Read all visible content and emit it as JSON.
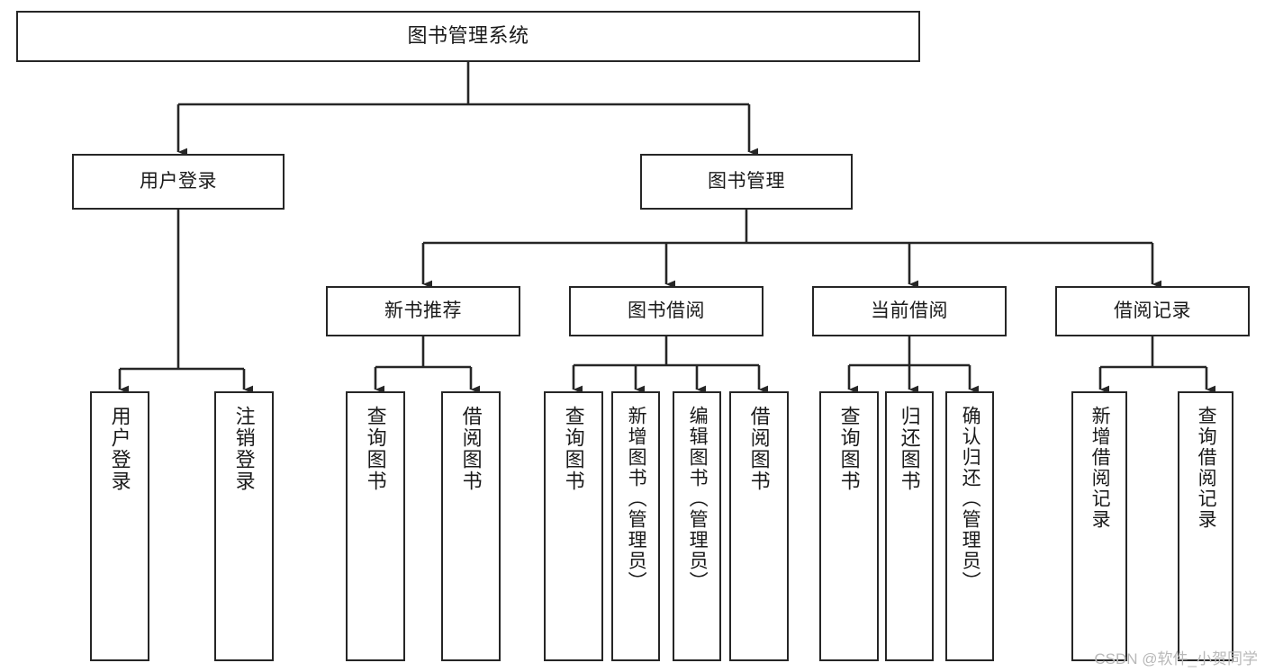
{
  "diagram": {
    "title": "图书管理系统",
    "type": "tree",
    "root": {
      "label": "图书管理系统"
    },
    "level2": [
      {
        "label": "用户登录"
      },
      {
        "label": "图书管理"
      }
    ],
    "level3": [
      {
        "label": "新书推荐"
      },
      {
        "label": "图书借阅"
      },
      {
        "label": "当前借阅"
      },
      {
        "label": "借阅记录"
      }
    ],
    "leaves": {
      "user_login": [
        {
          "label": "用户登录"
        },
        {
          "label": "注销登录"
        }
      ],
      "new_book_recommend": [
        {
          "label": "查询图书"
        },
        {
          "label": "借阅图书"
        }
      ],
      "book_borrow": [
        {
          "label": "查询图书"
        },
        {
          "label": "新增图书（管理员）"
        },
        {
          "label": "编辑图书（管理员）"
        },
        {
          "label": "借阅图书"
        }
      ],
      "current_borrow": [
        {
          "label": "查询图书"
        },
        {
          "label": "归还图书"
        },
        {
          "label": "确认归还（管理员）"
        }
      ],
      "borrow_record": [
        {
          "label": "新增借阅记录"
        },
        {
          "label": "查询借阅记录"
        }
      ]
    }
  },
  "watermark": {
    "text": "CSDN @软件_小贺同学"
  },
  "colors": {
    "stroke": "#262626",
    "background": "#ffffff",
    "text": "#1a1a1a",
    "watermark": "#b9b9b9"
  }
}
